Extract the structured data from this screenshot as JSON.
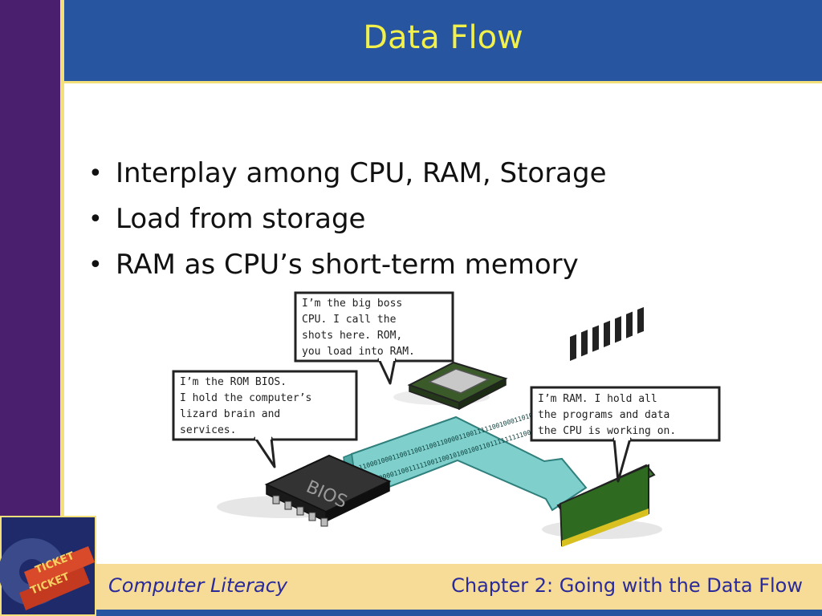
{
  "slide": {
    "title": "Data Flow",
    "bullets": [
      "Interplay among CPU, RAM, Storage",
      "Load from storage",
      "RAM as CPU’s short-term memory"
    ]
  },
  "illustration": {
    "cpu_bubble": [
      "I’m the big boss",
      "CPU. I call the",
      "shots here. ROM,",
      "you load into RAM."
    ],
    "bios_bubble": [
      "I’m the ROM BIOS.",
      "I hold the computer’s",
      "lizard brain and",
      "services."
    ],
    "ram_bubble": [
      "I’m RAM. I hold all",
      "the programs and data",
      "the CPU is working on."
    ],
    "bios_chip_label": "BIOS",
    "binary_top": "110001000110011001100110000110011111001000110101",
    "binary_bottom": "100110000110011111001100101001001101111111110001"
  },
  "logo": {
    "ticket_text_1": "TICKET",
    "ticket_text_2": "TICKET"
  },
  "footer": {
    "left": "Computer Literacy",
    "right": "Chapter 2: Going with the Data Flow"
  },
  "colors": {
    "sidebar": "#4a1f6e",
    "title_bar": "#2855a0",
    "title_text": "#f2f04a",
    "accent_gold": "#f4e07a",
    "footer_bg": "#f6dc97",
    "footer_text": "#2a2a9a",
    "arrow_fill": "#7fd0cc"
  }
}
